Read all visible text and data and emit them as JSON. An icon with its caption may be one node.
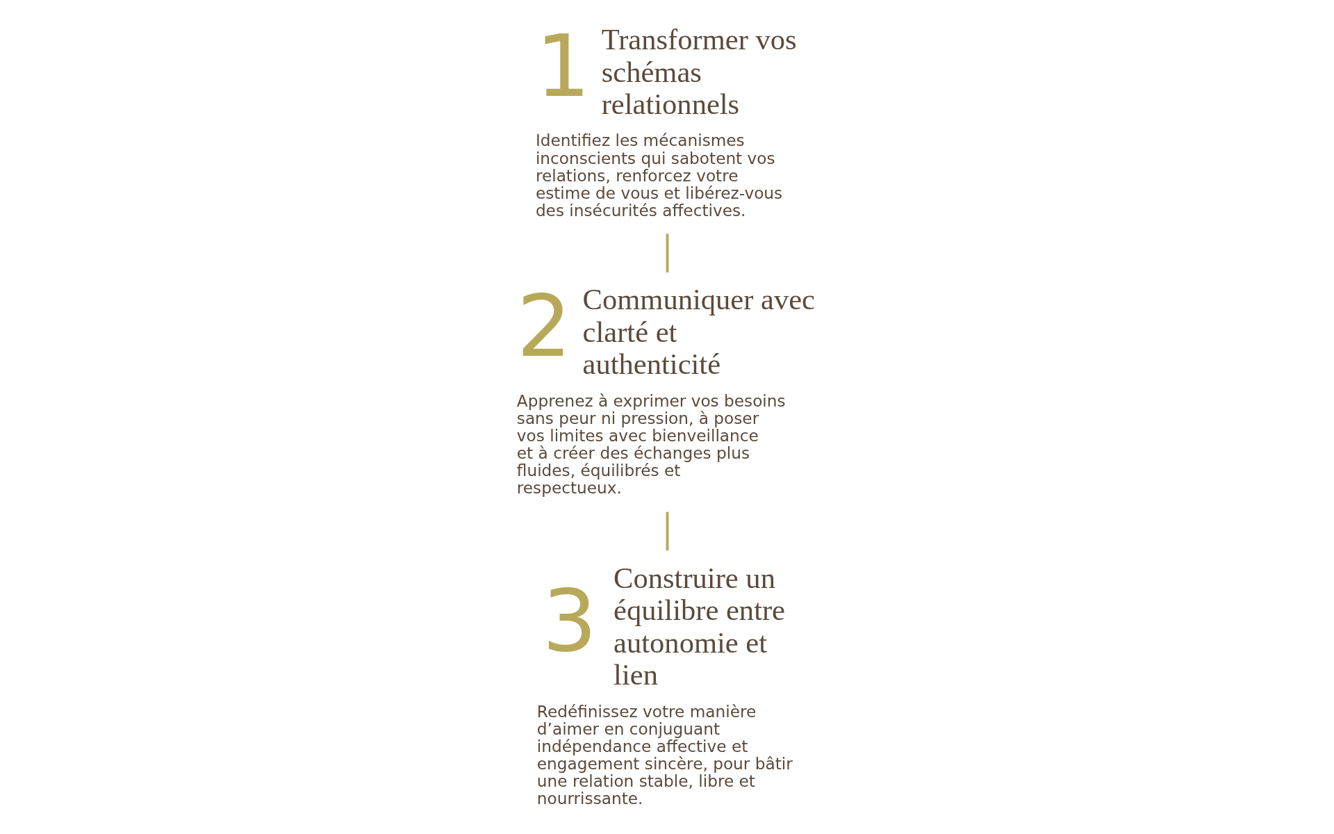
{
  "diagram": {
    "nodes": [
      {
        "text": [
          "1",
          "Transformer vos schémas relationnels",
          "Identifiez les mécanismes inconscients qui sabotent vos relations, renforcez votre estime de vous et libérez-vous des insécurités affectives."
        ]
      },
      {
        "text": [
          "2",
          "Communiquer avec clarté et authenticité",
          "Apprenez à exprimer vos besoins sans peur ni pression, à poser vos limites avec bienveillance et à créer des échanges plus fluides, équilibrés et respectueux."
        ]
      },
      {
        "text": [
          "3",
          "Construire un équilibre entre autonomie et lien",
          "Redéfinissez votre manière d’aimer en conjuguant indépendance affective et engagement sincère, pour bâtir une relation stable, libre et nourrissante."
        ]
      }
    ],
    "edges": [
      {
        "from": 0,
        "to": 1,
        "arrow": "none"
      },
      {
        "from": 1,
        "to": 2,
        "arrow": "none"
      }
    ]
  }
}
